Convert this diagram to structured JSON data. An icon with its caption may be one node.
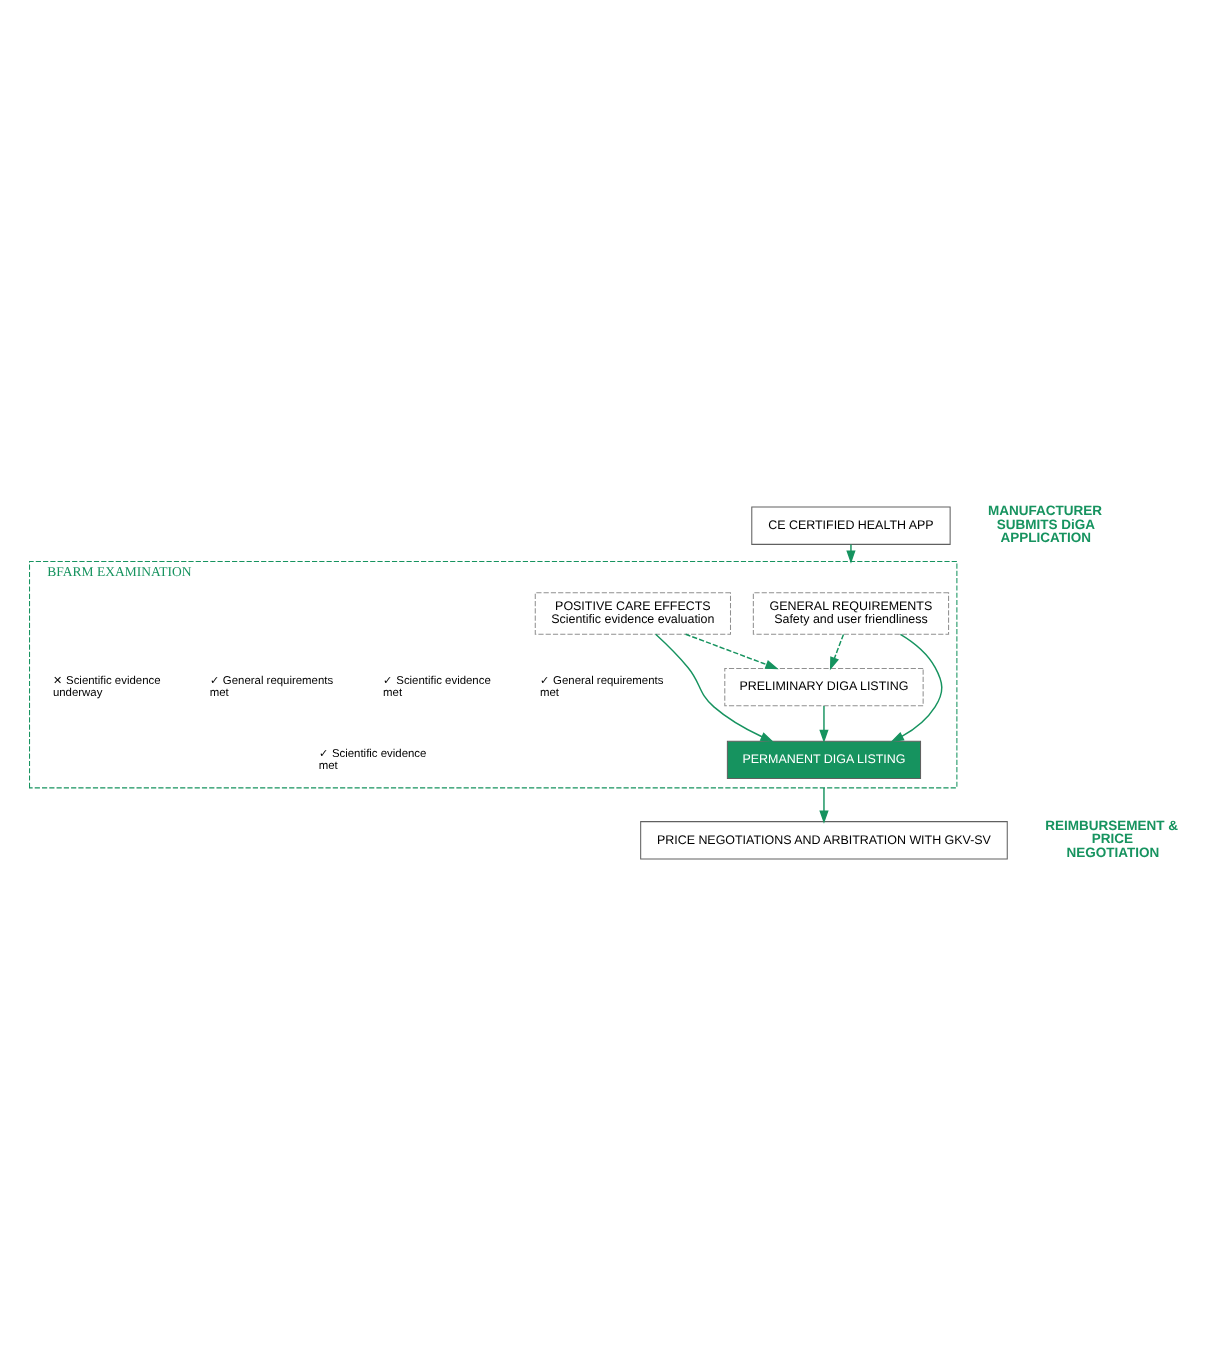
{
  "diagram": {
    "nodes": [
      {
        "text": [
          "CE CERTIFIED HEALTH APP"
        ]
      },
      {
        "text": [
          "BFARM EXAMINATION"
        ]
      },
      {
        "text": [
          "GENERAL REQUIREMENTS",
          "Safety and user friendliness"
        ],
        "in": 1
      },
      {
        "text": [
          "POSITIVE CARE EFFECTS",
          "Scientific evidence evaluation"
        ],
        "in": 1
      },
      {
        "text": [
          "PRELIMINARY DIGA LISTING"
        ],
        "in": 1
      },
      {
        "text": [
          "PERMANENT DIGA LISTING"
        ],
        "in": 1
      },
      {
        "text": [
          "PRICE NEGOTIATIONS AND ARBITRATION WITH GKV-SV"
        ]
      }
    ],
    "edges": [
      {
        "from": 0,
        "to": 1,
        "arrow": "to"
      },
      {
        "from": 2,
        "to": 5,
        "arrow": "to"
      },
      {
        "from": 3,
        "to": 5,
        "arrow": "to"
      },
      {
        "from": 2,
        "to": 4,
        "arrow": "to",
        "style": "dashed"
      },
      {
        "from": 3,
        "to": 4,
        "arrow": "to",
        "style": "dashed"
      },
      {
        "from": 4,
        "to": 5,
        "arrow": "to"
      },
      {
        "from": 1,
        "to": 6,
        "arrow": "to"
      }
    ],
    "labels": [
      "MANUFACTURER SUBMITS DiGA APPLICATION",
      "✓ General requirements met",
      "✓ Scientific evidence met",
      "✓ General requirements met",
      "✕ Scientific evidence underway",
      "✓ Scientific evidence met",
      "REIMBURSEMENT & PRICE NEGOTIATION"
    ]
  }
}
